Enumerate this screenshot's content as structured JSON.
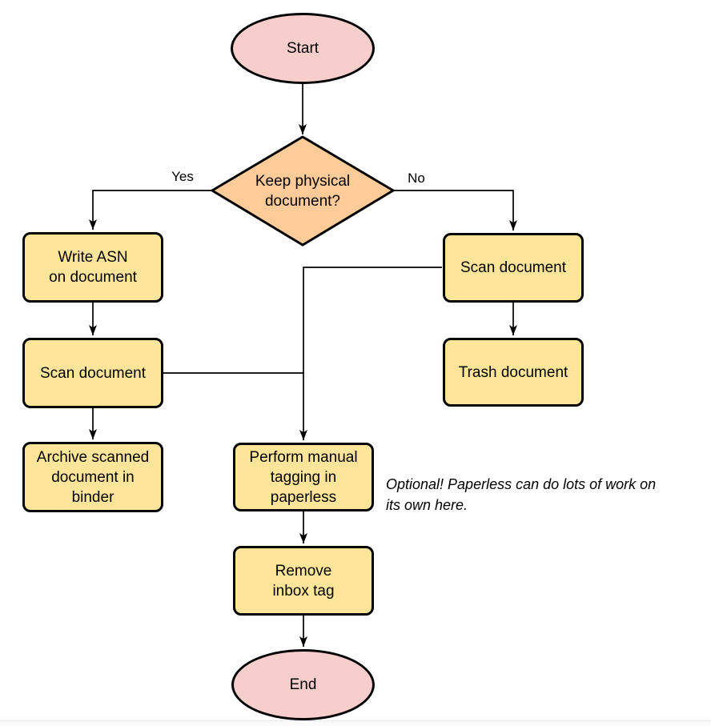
{
  "colors": {
    "terminal_fill": "#F8CECC",
    "decision_fill": "#FFCC99",
    "process_fill": "#FFE599",
    "stroke": "#000000"
  },
  "nodes": {
    "start": {
      "label": "Start"
    },
    "decision": {
      "label": "Keep physical\ndocument?"
    },
    "write_asn": {
      "label": "Write ASN\non document"
    },
    "scan_left": {
      "label": "Scan document"
    },
    "archive": {
      "label": "Archive scanned\ndocument in\nbinder"
    },
    "scan_right": {
      "label": "Scan document"
    },
    "trash": {
      "label": "Trash document"
    },
    "tagging": {
      "label": "Perform manual\ntagging in\npaperless"
    },
    "remove_inbox": {
      "label": "Remove\ninbox tag"
    },
    "end": {
      "label": "End"
    }
  },
  "edge_labels": {
    "yes": "Yes",
    "no": "No"
  },
  "annotation": {
    "text": "Optional! Paperless can do lots of work on\nits own here."
  }
}
